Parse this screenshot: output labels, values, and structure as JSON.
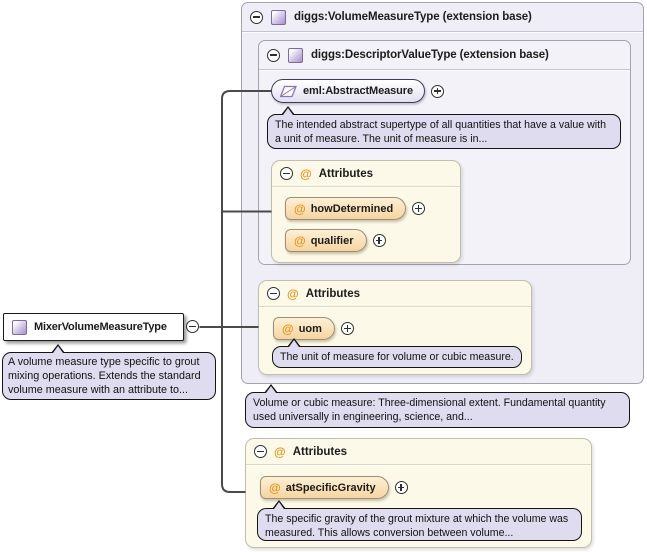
{
  "palette": {
    "type_box_fill": "#efeef6",
    "inner_box_fill": "#f3f2f9",
    "box_border": "#a5a3ad",
    "attr_box_fill": "#fdf9e9",
    "attr_box_border": "#c2bead",
    "chip_fill": "#f6d5a0",
    "at_orange": "#e8941a",
    "bubble_fill": "#dedcee",
    "connector": "#4a4a4a"
  },
  "outer_type": {
    "title": "diggs:VolumeMeasureType (extension base)",
    "annotation": "Volume or cubic measure: Three-dimensional extent. Fundamental quantity used universally in engineering, science, and..."
  },
  "inner_type": {
    "title": "diggs:DescriptorValueType (extension base)"
  },
  "abstract_measure": {
    "label": "eml:AbstractMeasure",
    "annotation": "The intended abstract supertype of all quantities that have a value with a unit of measure. The unit of measure is in..."
  },
  "descriptor_attributes": {
    "title": "Attributes",
    "items": [
      {
        "name": "howDetermined"
      },
      {
        "name": "qualifier"
      }
    ]
  },
  "volume_attributes": {
    "title": "Attributes",
    "items": [
      {
        "name": "uom",
        "annotation": "The unit of measure for volume or cubic measure."
      }
    ]
  },
  "mixer_element": {
    "label": "MixerVolumeMeasureType",
    "annotation": "A volume measure type specific to grout mixing operations. Extends the standard volume measure with an attribute to..."
  },
  "mixer_attributes": {
    "title": "Attributes",
    "items": [
      {
        "name": "atSpecificGravity",
        "annotation": "The specific gravity of the grout mixture at which the volume was measured. This allows conversion between volume..."
      }
    ]
  },
  "icons": {
    "at_symbol": "@"
  }
}
